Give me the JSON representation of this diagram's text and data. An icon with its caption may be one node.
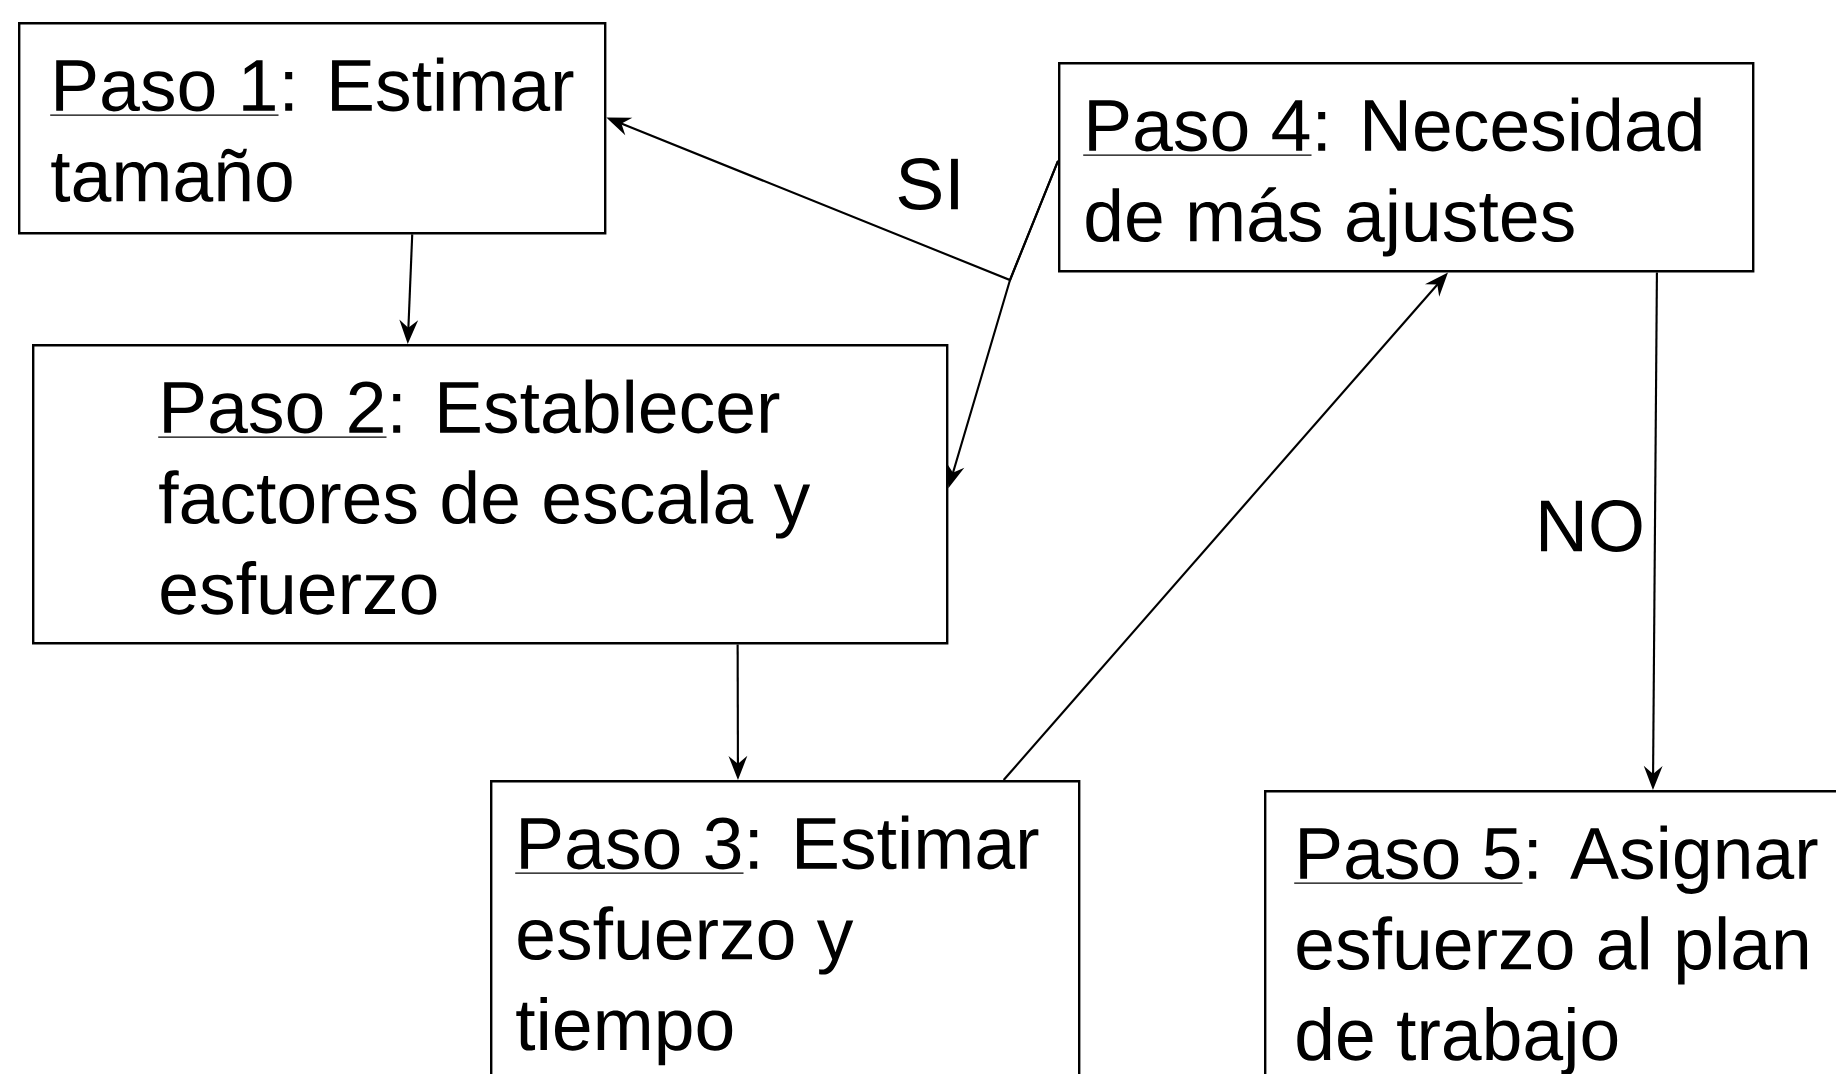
{
  "diagram": {
    "nodes": [
      {
        "text": [
          "Paso 1",
          ": Estimar tamaño"
        ]
      },
      {
        "text": [
          "Paso 2",
          ": Establecer factores de escala y esfuerzo"
        ]
      },
      {
        "text": [
          "Paso 3",
          ": Estimar esfuerzo y tiempo"
        ]
      },
      {
        "text": [
          "Paso 4",
          ": Necesidad de más ajustes"
        ]
      },
      {
        "text": [
          "Paso 5",
          ": Asignar esfuerzo al plan de trabajo"
        ]
      }
    ],
    "edges": [
      {
        "from": 0,
        "to": 1,
        "arrow": "to"
      },
      {
        "from": 1,
        "to": 2,
        "arrow": "to"
      },
      {
        "from": 2,
        "to": 3,
        "arrow": "to"
      },
      {
        "from": 3,
        "to": 0,
        "arrow": "to",
        "label": "SI"
      },
      {
        "from": 3,
        "to": 1,
        "arrow": "to"
      },
      {
        "from": 3,
        "to": 4,
        "arrow": "to",
        "label": "NO"
      }
    ]
  }
}
